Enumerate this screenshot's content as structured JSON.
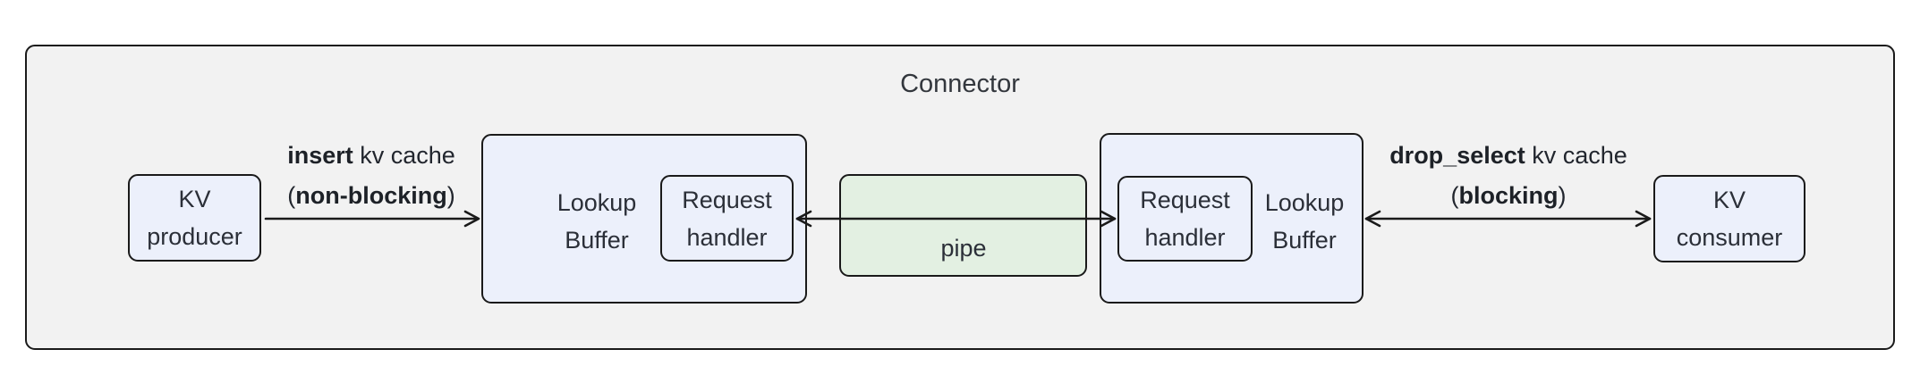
{
  "title": "Connector",
  "colors": {
    "canvas_bg": "#ffffff",
    "outer_bg": "#f2f2f2",
    "node_bg": "#ecf0fb",
    "pipe_bg": "#e3f0e2",
    "border": "#1a1a1a",
    "text": "#2b2f38",
    "title_text": "#33373d",
    "arrow": "#1a1a1a"
  },
  "nodes": {
    "kv_producer": "KV\nproducer",
    "lookup_buffer_left": "Lookup\nBuffer",
    "request_handler_left": "Request\nhandler",
    "pipe": "pipe",
    "request_handler_right": "Request\nhandler",
    "lookup_buffer_right": "Lookup\nBuffer",
    "kv_consumer": "KV\nconsumer"
  },
  "edges": {
    "insert": {
      "bold1": "insert",
      "rest1": " kv cache",
      "pre2": "(",
      "bold2": "non-blocking",
      "post2": ")"
    },
    "drop_select": {
      "bold1": "drop_select",
      "rest1": " kv cache",
      "pre2": "(",
      "bold2": "blocking",
      "post2": ")"
    }
  }
}
